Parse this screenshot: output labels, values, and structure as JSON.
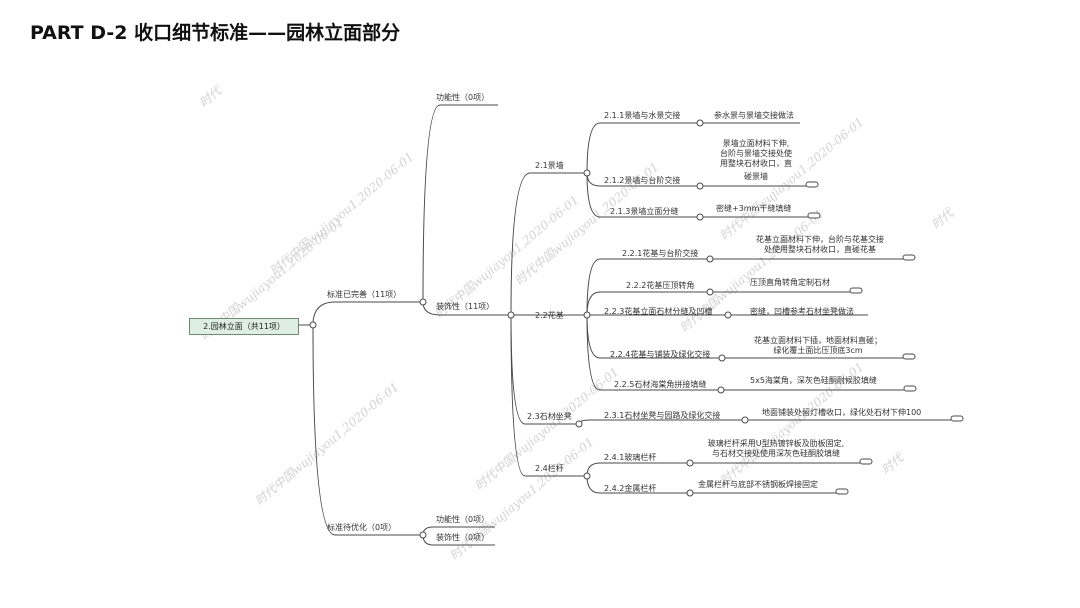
{
  "title": "PART D-2 收口细节标准——园林立面部分",
  "root": "2.园林立面（共11项）",
  "watermark": "时代中国wujiayou1,2020-06-01",
  "watermark_short": "时代",
  "branches": {
    "done": "标准已完善（11项）",
    "pending": "标准待优化（0项）"
  },
  "done": {
    "function": "功能性（0项）",
    "decor": "装饰性（11项）"
  },
  "pending": {
    "function": "功能性（0项）",
    "decor": "装饰性（0项）"
  },
  "g1": {
    "label": "2.1景墙",
    "i1": "2.1.1景墙与水景交接",
    "d1": "参水景与景墙交接做法",
    "i2": "2.1.2景墙与台阶交接",
    "d2": [
      "景墙立面材料下伸,",
      "台阶与景墙交接处使",
      "用整块石材收口，直",
      "碰景墙"
    ],
    "i3": "2.1.3景墙立面分缝",
    "d3": "密缝+3mm干缝填缝"
  },
  "g2": {
    "label": "2.2花基",
    "i1": "2.2.1花基与台阶交接",
    "d1": [
      "花基立面材料下伸，台阶与花基交接",
      "处使用整块石材收口，直碰花基"
    ],
    "i2": "2.2.2花基压顶转角",
    "d2": "压顶直角转角定制石材",
    "i3": "2.2.3花基立面石材分缝及凹槽",
    "d3": "密缝，凹槽参考石材坐凳做法",
    "i4": "2.2.4花基与铺装及绿化交接",
    "d4": [
      "花基立面材料下插，地面材料直碰；",
      "绿化覆土面比压顶底3cm"
    ],
    "i5": "2.2.5石材海棠角拼接填缝",
    "d5": "5x5海棠角，深灰色硅酮耐候胶填缝"
  },
  "g3": {
    "label": "2.3石材坐凳",
    "i1": "2.3.1石材坐凳与园路及绿化交接",
    "d1": "地面铺装处留灯槽收口，绿化处石材下伸100"
  },
  "g4": {
    "label": "2.4栏杆",
    "i1": "2.4.1玻璃栏杆",
    "d1": [
      "玻璃栏杆采用U型热镀锌板及肋板固定,",
      "与石材交接处使用深灰色硅酮胶填缝"
    ],
    "i2": "2.4.2金属栏杆",
    "d2": "金属栏杆与底部不锈钢板焊接固定"
  }
}
